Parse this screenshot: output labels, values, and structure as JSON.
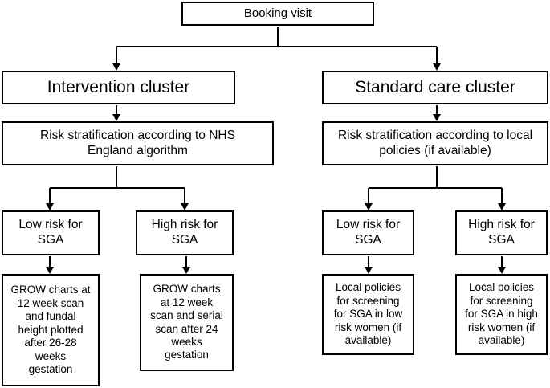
{
  "nodes": {
    "booking": "Booking visit",
    "intervention_cluster": "Intervention cluster",
    "standard_cluster": "Standard care cluster",
    "intervention_risk": "Risk stratification according to NHS\nEngland algorithm",
    "standard_risk": "Risk stratification according to local\npolicies (if available)",
    "intervention_low": "Low risk for\nSGA",
    "intervention_high": "High risk for\nSGA",
    "standard_low": "Low risk for\nSGA",
    "standard_high": "High risk for\nSGA",
    "intervention_low_detail": "GROW charts at\n12 week scan\nand fundal\nheight plotted\nafter 26-28\nweeks\ngestation",
    "intervention_high_detail": "GROW charts\nat 12 week\nscan and serial\nscan after 24\nweeks\ngestation",
    "standard_low_detail": "Local policies\nfor screening\nfor SGA in low\nrisk women (if\navailable)",
    "standard_high_detail": "Local policies\nfor screening\nfor SGA in high\nrisk women (if\navailable)"
  },
  "edges": [
    [
      "booking",
      "intervention_cluster"
    ],
    [
      "booking",
      "standard_cluster"
    ],
    [
      "intervention_cluster",
      "intervention_risk"
    ],
    [
      "standard_cluster",
      "standard_risk"
    ],
    [
      "intervention_risk",
      "intervention_low"
    ],
    [
      "intervention_risk",
      "intervention_high"
    ],
    [
      "standard_risk",
      "standard_low"
    ],
    [
      "standard_risk",
      "standard_high"
    ],
    [
      "intervention_low",
      "intervention_low_detail"
    ],
    [
      "intervention_high",
      "intervention_high_detail"
    ],
    [
      "standard_low",
      "standard_low_detail"
    ],
    [
      "standard_high",
      "standard_high_detail"
    ]
  ]
}
